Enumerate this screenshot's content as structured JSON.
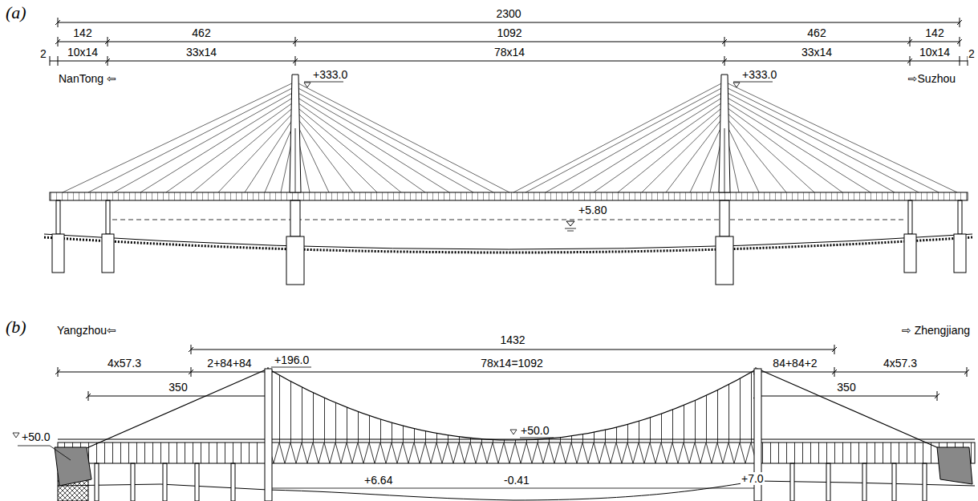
{
  "diagram": {
    "labels": [
      "(a)",
      "2300",
      "142",
      "462",
      "1092",
      "462",
      "142",
      "2",
      "10x14",
      "33x14",
      "78x14",
      "33x14",
      "10x14",
      "2",
      "NanTong ⇦",
      "+333.0",
      "+333.0",
      "⇨Suzhou",
      "+5.80",
      "(b)",
      "Yangzhou⇦",
      "1432",
      "⇨ Zhengjiang",
      "4x57.3",
      "2+84+84",
      "78x14=1092",
      "84+84+2",
      "4x57.3",
      "350",
      "350",
      "+196.0",
      "+50.0",
      "+50.0",
      "+6.64",
      "-0.41",
      "+7.0"
    ]
  }
}
